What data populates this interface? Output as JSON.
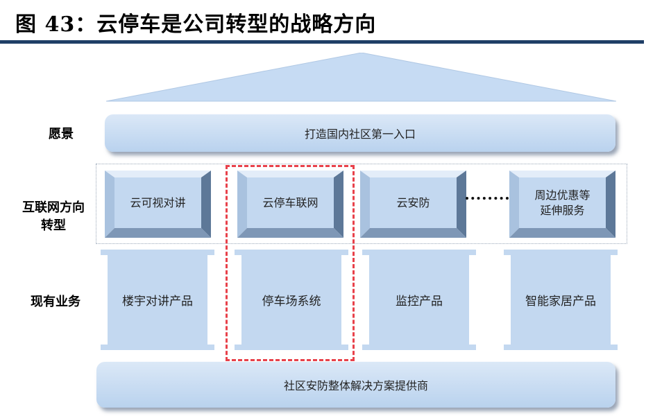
{
  "title": "图 43：云停车是公司转型的战略方向",
  "rows": {
    "vision_label": "愿景",
    "transform_label_1": "互联网方向",
    "transform_label_2": "转型",
    "current_label": "现有业务"
  },
  "vision": "打造国内社区第一入口",
  "transform_items": [
    "云可视对讲",
    "云停车联网",
    "云安防"
  ],
  "transform_last": [
    "周边优惠等",
    "延伸服务"
  ],
  "current_items": [
    "楼宇对讲产品",
    "停车场系统",
    "监控产品",
    "智能家居产品"
  ],
  "base": "社区安防整体解决方案提供商",
  "colors": {
    "title_rule": "#1f3f66",
    "block_fill": "#c3d8f0",
    "highlight": "#e8414a"
  }
}
